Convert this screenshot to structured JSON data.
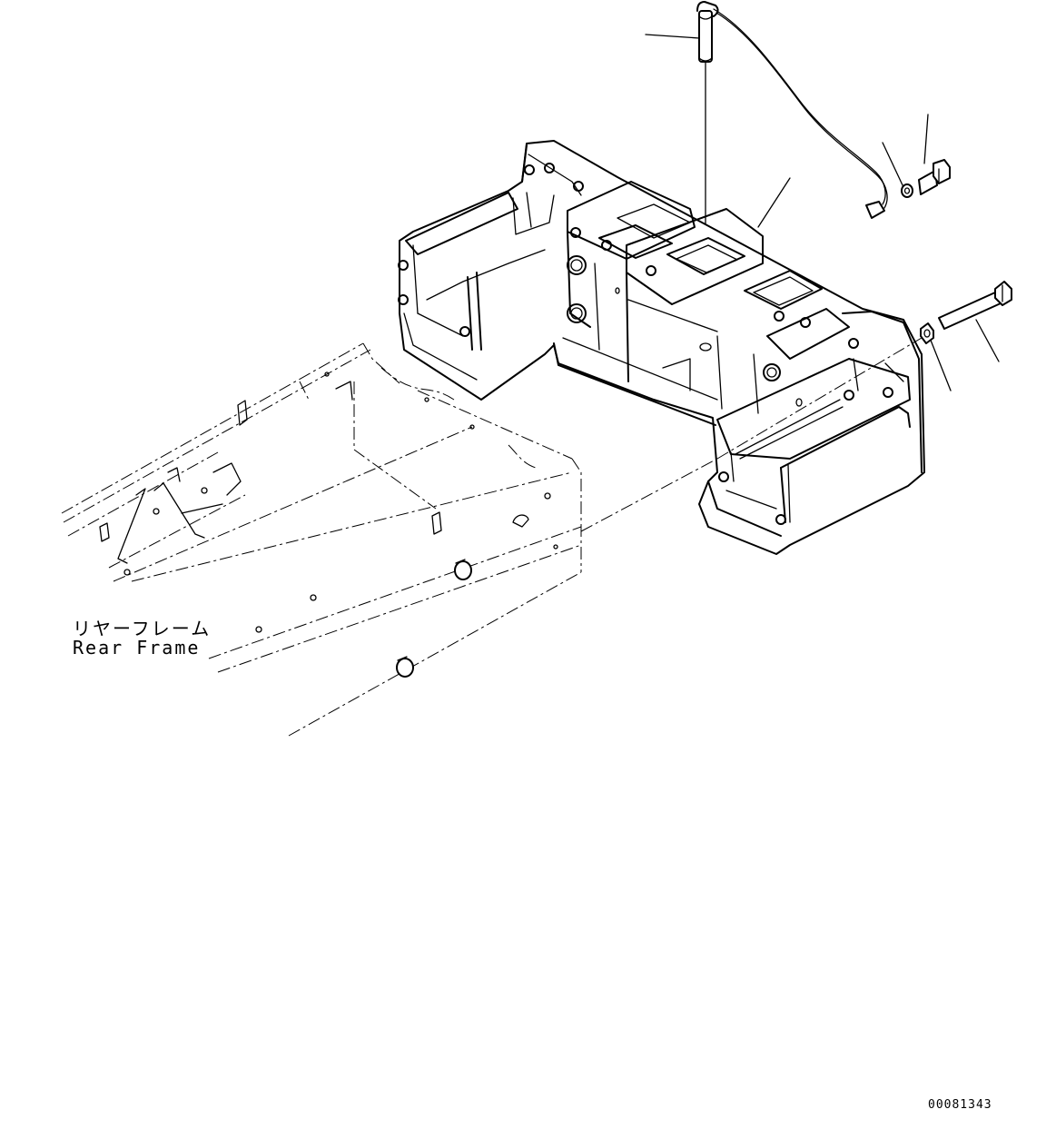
{
  "labels": {
    "frame_jp": "リヤーフレーム",
    "frame_en": "Rear Frame",
    "drawing_number": "00081343"
  }
}
